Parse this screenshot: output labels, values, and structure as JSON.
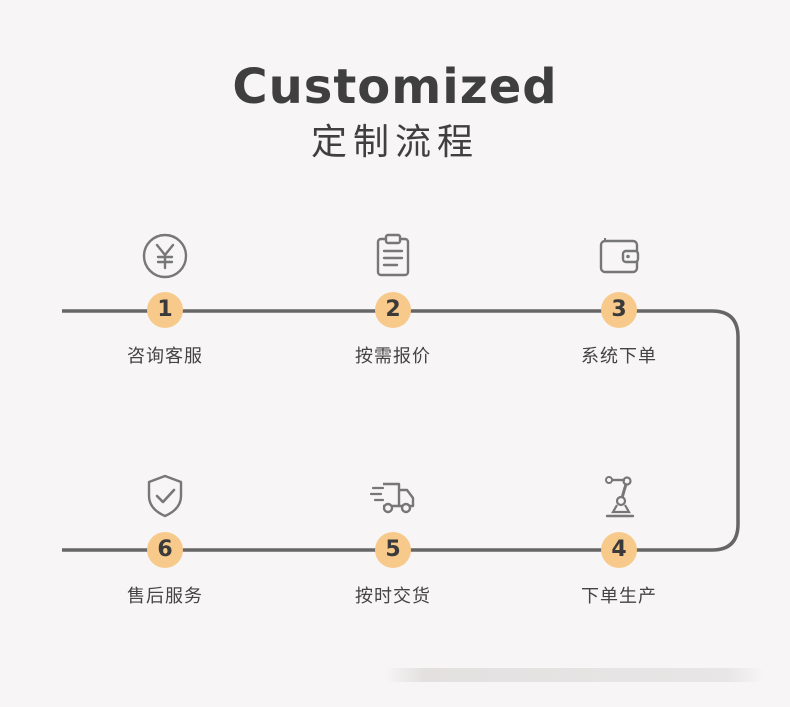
{
  "title": {
    "en": "Customized",
    "zh": "定制流程"
  },
  "steps": [
    {
      "number": "1",
      "label": "咨询客服",
      "icon": "yen-coin-icon"
    },
    {
      "number": "2",
      "label": "按需报价",
      "icon": "clipboard-icon"
    },
    {
      "number": "3",
      "label": "系统下单",
      "icon": "wallet-icon"
    },
    {
      "number": "4",
      "label": "下单生产",
      "icon": "robot-arm-icon"
    },
    {
      "number": "5",
      "label": "按时交货",
      "icon": "delivery-truck-icon"
    },
    {
      "number": "6",
      "label": "售后服务",
      "icon": "shield-check-icon"
    }
  ],
  "colors": {
    "background": "#f7f5f5",
    "line": "#666666",
    "badge": "#f7c98b",
    "text": "#3f3f3f",
    "icon": "#777777"
  }
}
